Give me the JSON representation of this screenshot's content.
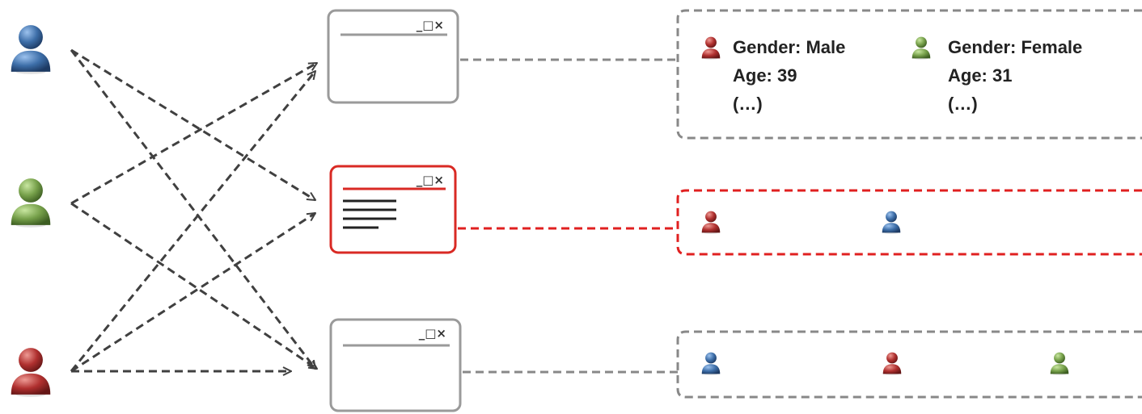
{
  "window_controls": "_□×",
  "colors": {
    "blue_user": "#3d6ea8",
    "green_user": "#76a04a",
    "red_user": "#b0302f",
    "highlight": "#e02020",
    "neutral_border": "#9a9a9a",
    "arrow": "#404040"
  },
  "users": [
    {
      "name": "blue-user",
      "color": "#3d6ea8"
    },
    {
      "name": "green-user",
      "color": "#76a04a"
    },
    {
      "name": "red-user",
      "color": "#b0302f"
    }
  ],
  "panels": {
    "top": {
      "profiles": [
        {
          "gender": "Gender: Male",
          "age": "Age: 39",
          "more": "(…)"
        },
        {
          "gender": "Gender: Female",
          "age": "Age: 31",
          "more": "(…)"
        }
      ]
    }
  }
}
